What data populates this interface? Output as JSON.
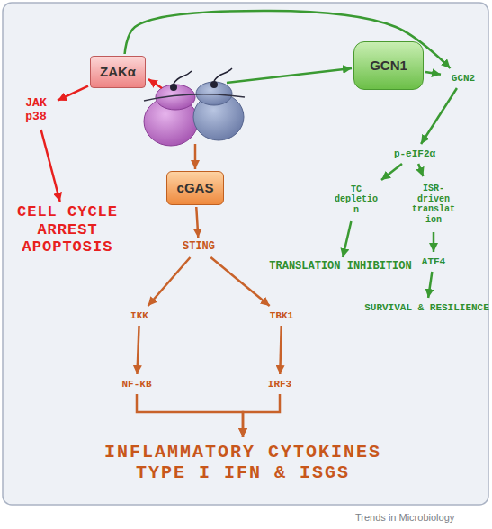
{
  "diagram": {
    "nodes": [
      {
        "text": [
          "ZAKα"
        ]
      },
      {
        "text": [
          "GCN1"
        ]
      },
      {
        "text": [
          "JAK p38"
        ]
      },
      {
        "text": [
          "GCN2"
        ]
      },
      {
        "text": [
          "cGAS"
        ]
      },
      {
        "text": [
          "CELL CYCLE ARREST APOPTOSIS"
        ]
      },
      {
        "text": [
          "p-eIF2α"
        ]
      },
      {
        "text": [
          "TC depletion"
        ]
      },
      {
        "text": [
          "ISR-driven translation"
        ]
      },
      {
        "text": [
          "STING"
        ]
      },
      {
        "text": [
          "ATF4"
        ]
      },
      {
        "text": [
          "TRANSLATION INHIBITION"
        ]
      },
      {
        "text": [
          "SURVIVAL & RESILIENCE"
        ]
      },
      {
        "text": [
          "IKK"
        ]
      },
      {
        "text": [
          "TBK1"
        ]
      },
      {
        "text": [
          "NF-κB"
        ]
      },
      {
        "text": [
          "IRF3"
        ]
      },
      {
        "text": [
          "INFLAMMATORY CYTOKINES TYPE I IFN & ISGS"
        ]
      }
    ],
    "edges": [
      {
        "from": 0,
        "to": 2,
        "arrow": "to"
      },
      {
        "from": 2,
        "to": 5,
        "arrow": "to"
      },
      {
        "from": 0,
        "to": 3,
        "arrow": "to"
      },
      {
        "from": 1,
        "to": 3,
        "arrow": "to"
      },
      {
        "from": 3,
        "to": 6,
        "arrow": "to"
      },
      {
        "from": 6,
        "to": 7,
        "arrow": "to"
      },
      {
        "from": 6,
        "to": 8,
        "arrow": "to"
      },
      {
        "from": 7,
        "to": 11,
        "arrow": "to"
      },
      {
        "from": 8,
        "to": 10,
        "arrow": "to"
      },
      {
        "from": 10,
        "to": 12,
        "arrow": "to"
      },
      {
        "from": 4,
        "to": 9,
        "arrow": "to"
      },
      {
        "from": 9,
        "to": 13,
        "arrow": "to"
      },
      {
        "from": 9,
        "to": 14,
        "arrow": "to"
      },
      {
        "from": 13,
        "to": 15,
        "arrow": "to"
      },
      {
        "from": 14,
        "to": 16,
        "arrow": "to"
      },
      {
        "from": 15,
        "to": 17,
        "arrow": "to"
      },
      {
        "from": 16,
        "to": 17,
        "arrow": "to"
      }
    ],
    "labels": [
      "Trends in Microbiology"
    ]
  }
}
